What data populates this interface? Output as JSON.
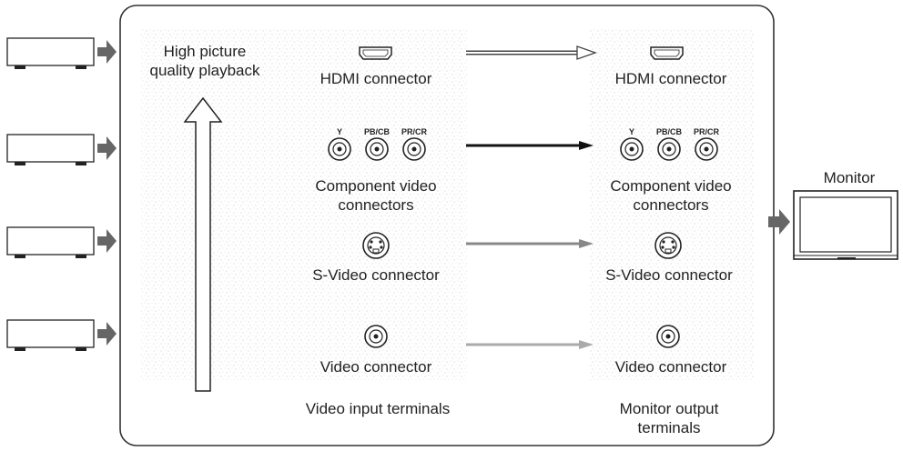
{
  "diagram": {
    "quality_label": "High picture\nquality playback",
    "input_panel_label": "Video input terminals",
    "output_panel_label": "Monitor output\nterminals",
    "monitor_label": "Monitor",
    "inputs": {
      "hdmi_label": "HDMI connector",
      "component_label": "Component video\nconnectors",
      "component_jacks": [
        "Y",
        "PB/CB",
        "PR/CR"
      ],
      "svideo_label": "S-Video connector",
      "video_label": "Video connector"
    },
    "outputs": {
      "hdmi_label": "HDMI connector",
      "component_label": "Component video\nconnectors",
      "component_jacks": [
        "Y",
        "PB/CB",
        "PR/CR"
      ],
      "svideo_label": "S-Video connector",
      "video_label": "Video connector"
    },
    "colors": {
      "hdmi_arrow": "#666666",
      "component_arrow": "#111111",
      "svideo_arrow": "#888888",
      "video_arrow": "#aaaaaa",
      "panel_texture": "#f0f0f0"
    }
  }
}
